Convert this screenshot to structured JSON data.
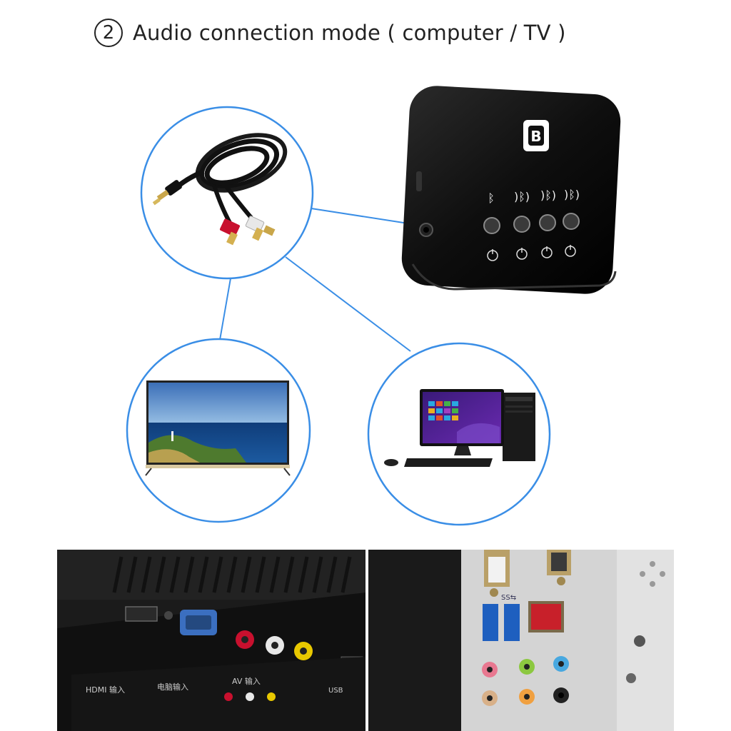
{
  "header": {
    "step_number": "2",
    "title": "Audio connection mode ( computer / TV )"
  },
  "device": {
    "logo_letter": "B",
    "channels": [
      {
        "icon": "bluetooth-icon"
      },
      {
        "icon": "bluetooth-wave-icon"
      },
      {
        "icon": "bluetooth-wave-icon"
      },
      {
        "icon": "bluetooth-wave-icon"
      }
    ]
  },
  "tv_panel_labels": {
    "hdmi": "HDMI 输入",
    "pc": "电脑输入",
    "av": "AV 输入",
    "usb": "USB"
  },
  "pc_panel_labels": {
    "usb3": "SS⇆"
  },
  "colors": {
    "connector_line": "#3a8ee6",
    "device_body": "#111111",
    "rca_red": "#c8102e",
    "rca_white": "#e8e8e8",
    "rca_yellow": "#e8c800"
  }
}
